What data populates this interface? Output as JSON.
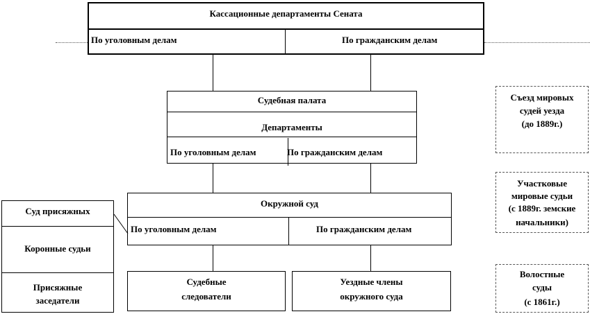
{
  "senate": {
    "title": "Кассационные департаменты Сената",
    "criminal": "По уголовным делам",
    "civil": "По гражданским делам"
  },
  "chamber": {
    "title": "Судебная палата",
    "departments": "Департаменты",
    "criminal": "По уголовным делам",
    "civil": "По гражданским делам"
  },
  "district": {
    "title": "Окружной  суд",
    "criminal": "По уголовным делам",
    "civil": "По гражданским делам"
  },
  "jury": {
    "title": "Суд присяжных",
    "crown": "Коронные судьи",
    "jurors_line1": "Присяжные",
    "jurors_line2": "заседатели"
  },
  "investigators": {
    "line1": "Судебные",
    "line2": "следователи"
  },
  "county_members": {
    "line1": "Уездные члены",
    "line2": "окружного суда"
  },
  "magistrates_congress": {
    "line1": "Съезд мировых",
    "line2": "судей уезда",
    "line3": "(до 1889г.)"
  },
  "district_magistrates": {
    "line1": "Участковые",
    "line2": "мировые судьи",
    "line3": "(с 1889г. земские",
    "line4": "начальники)"
  },
  "volost_courts": {
    "line1": "Волостные",
    "line2": "суды",
    "line3": "(с 1861г.)"
  }
}
